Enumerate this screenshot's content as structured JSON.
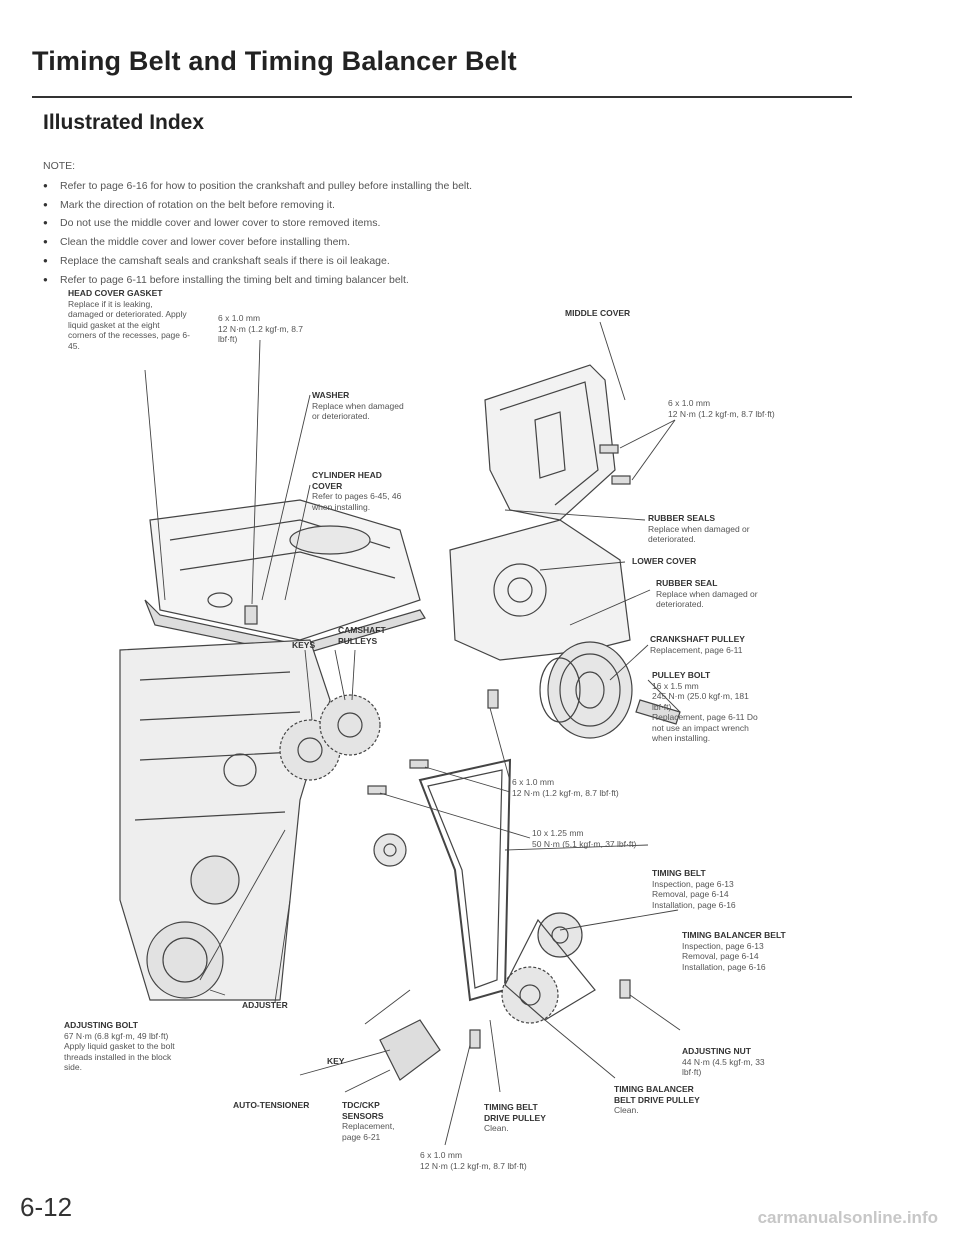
{
  "page_title": "Timing Belt and Timing Balancer Belt",
  "section_title": "Illustrated Index",
  "notes": {
    "heading": "NOTE:",
    "items": [
      "Refer to page 6-16 for how to position the crankshaft and pulley before installing the belt.",
      "Mark the direction of rotation on the belt before removing it.",
      "Do not use the middle cover and lower cover to store removed items.",
      "Clean the middle cover and lower cover before installing them.",
      "Replace the camshaft seals and crankshaft seals if there is oil leakage.",
      "Refer to page 6-11 before installing the timing belt and timing balancer belt."
    ]
  },
  "callouts": {
    "bolt_top": {
      "spec": "6 x 1.0 mm",
      "torque": "12 N·m (1.2 kgf·m, 8.7 lbf·ft)"
    },
    "middle_cover": {
      "name": "MIDDLE COVER"
    },
    "head_gasket": {
      "name": "HEAD COVER GASKET",
      "note": "Replace if it is leaking, damaged or deteriorated. Apply liquid gasket at the eight corners of the recesses, page 6-45."
    },
    "washer": {
      "name": "WASHER",
      "note": "Replace when damaged or deteriorated."
    },
    "bolt_right": {
      "spec": "6 x 1.0 mm",
      "torque": "12 N·m (1.2 kgf·m, 8.7 lbf·ft)"
    },
    "cyl_head_cover": {
      "name": "CYLINDER HEAD COVER",
      "note": "Refer to pages 6-45, 46 when installing."
    },
    "rubber_seals": {
      "name": "RUBBER SEALS",
      "note": "Replace when damaged or deteriorated."
    },
    "lower_cover": {
      "name": "LOWER COVER"
    },
    "rubber_seal": {
      "name": "RUBBER SEAL",
      "note": "Replace when damaged or deteriorated."
    },
    "keys": {
      "name": "KEYS"
    },
    "camshaft_pulleys": {
      "name": "CAMSHAFT PULLEYS"
    },
    "crank_pulley": {
      "name": "CRANKSHAFT PULLEY",
      "note": "Replacement, page 6-11"
    },
    "pulley_bolt": {
      "name": "PULLEY BOLT",
      "spec": "16 x 1.5 mm",
      "torque": "245 N·m (25.0 kgf·m, 181 lbf·ft)",
      "note": "Replacement, page 6-11 Do not use an impact wrench when installing."
    },
    "bolt_mid": {
      "spec": "6 x 1.0 mm",
      "torque": "12 N·m (1.2 kgf·m, 8.7 lbf·ft)"
    },
    "bolt_10": {
      "spec": "10 x 1.25 mm",
      "torque": "50 N·m (5.1 kgf·m, 37 lbf·ft)"
    },
    "timing_belt": {
      "name": "TIMING BELT",
      "note1": "Inspection, page 6-13",
      "note2": "Removal, page 6-14",
      "note3": "Installation, page 6-16"
    },
    "balancer_belt": {
      "name": "TIMING BALANCER BELT",
      "note1": "Inspection, page 6-13",
      "note2": "Removal, page 6-14",
      "note3": "Installation, page 6-16"
    },
    "adjusting_bolt": {
      "name": "ADJUSTING BOLT",
      "torque": "67 N·m (6.8 kgf·m, 49 lbf·ft)",
      "note": "Apply liquid gasket to the bolt threads installed in the block side."
    },
    "adjuster": {
      "name": "ADJUSTER"
    },
    "key": {
      "name": "KEY"
    },
    "adjusting_nut": {
      "name": "ADJUSTING NUT",
      "torque": "44 N·m (4.5 kgf·m, 33 lbf·ft)"
    },
    "auto_tensioner": {
      "name": "AUTO-TENSIONER"
    },
    "tdc_ckp": {
      "name": "TDC/CKP SENSORS",
      "note": "Replacement, page 6-21"
    },
    "belt_drive_pulley": {
      "name": "TIMING BELT DRIVE PULLEY",
      "note": "Clean."
    },
    "balancer_drive_pulley": {
      "name": "TIMING BALANCER BELT DRIVE PULLEY",
      "note": "Clean."
    },
    "bolt_bottom": {
      "spec": "6 x 1.0 mm",
      "torque": "12 N·m (1.2 kgf·m, 8.7 lbf·ft)"
    }
  },
  "page_number": "6-12",
  "watermark": "carmanualsonline.info"
}
